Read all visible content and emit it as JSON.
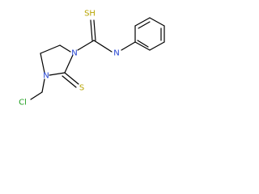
{
  "structure": {
    "atoms": {
      "sulfur_top": "SH",
      "amide_nitrogen": "N",
      "ring_nitrogen_1": "N",
      "ring_nitrogen_2": "N",
      "sulfur_bottom": "S",
      "chlorine": "Cl"
    },
    "colors": {
      "bond": "#000000",
      "sulfur": "#B8A400",
      "nitrogen": "#1F3FD0",
      "chlorine": "#1E9E1E"
    }
  }
}
